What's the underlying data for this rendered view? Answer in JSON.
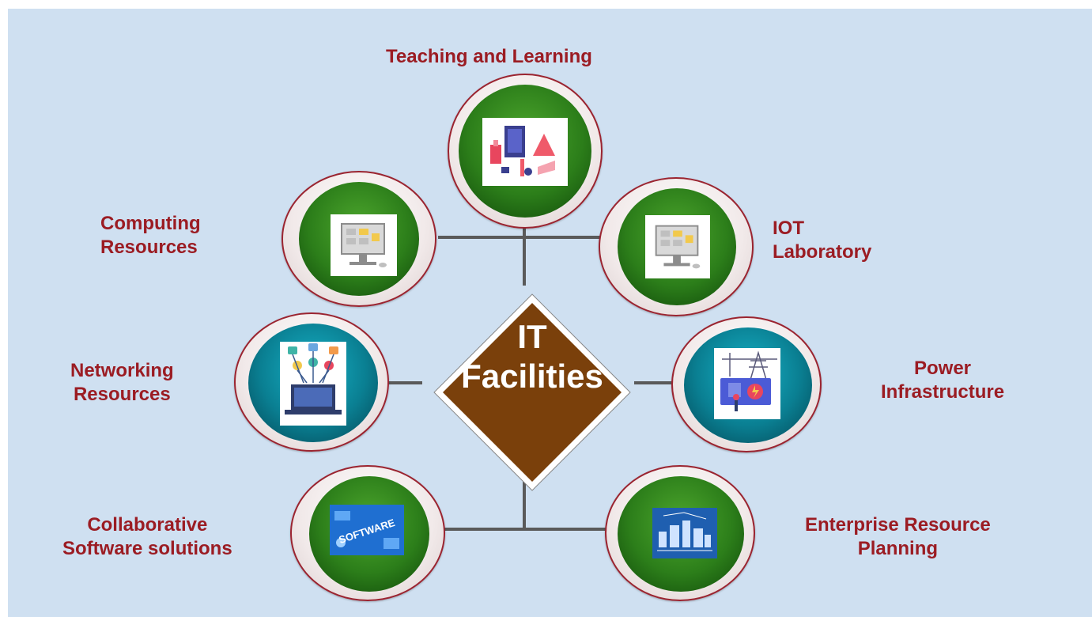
{
  "center": {
    "line1": "IT",
    "line2": "Facilities"
  },
  "nodes": {
    "teaching": {
      "label": "Teaching and Learning",
      "icon": "data-analytics-icon"
    },
    "computing": {
      "line1": "Computing",
      "line2": "Resources",
      "icon": "computer-monitor-icon"
    },
    "iot": {
      "line1": "IOT",
      "line2": "Laboratory",
      "icon": "computer-monitor-icon"
    },
    "networking": {
      "line1": "Networking",
      "line2": "Resources",
      "icon": "laptop-network-icon"
    },
    "power": {
      "line1": "Power",
      "line2": "Infrastructure",
      "icon": "power-tower-icon"
    },
    "collab": {
      "line1": "Collaborative",
      "line2": "Software solutions",
      "icon": "software-icon",
      "badge": "SOFTWARE"
    },
    "erp": {
      "line1": "Enterprise Resource",
      "line2": "Planning",
      "icon": "city-network-icon"
    }
  },
  "colors": {
    "background": "#cfe0f1",
    "label": "#9b1c23",
    "center_fill": "#7a400b",
    "connector": "#5a5a5a",
    "green_disc": "#2c7e1a",
    "teal_disc": "#0a7f92",
    "ring_border": "#9b2430"
  }
}
